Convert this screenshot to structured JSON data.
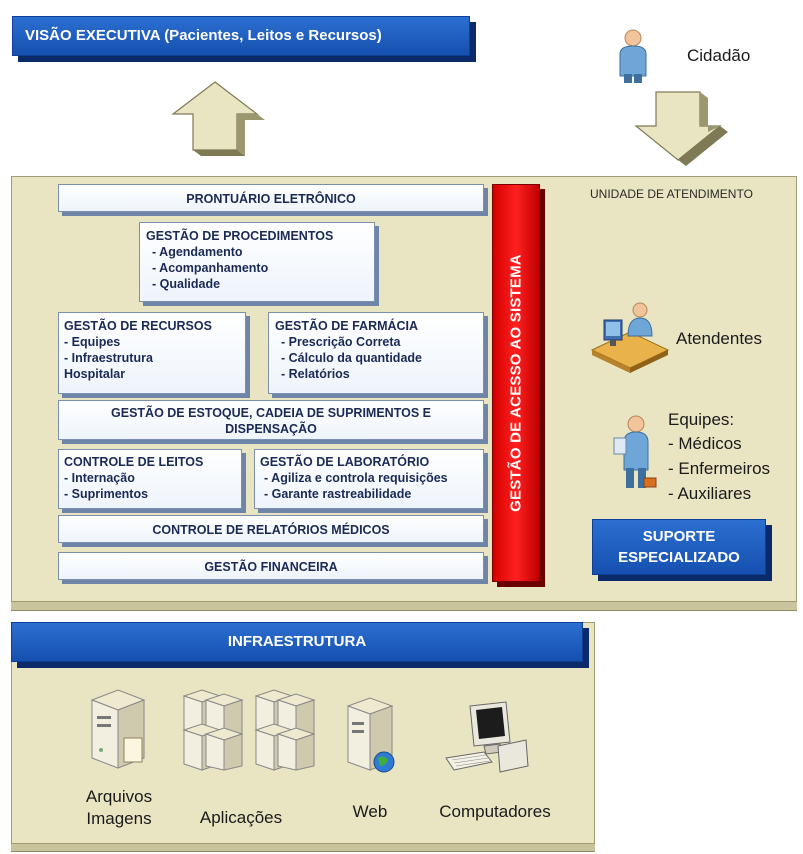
{
  "header": {
    "title": "VISÃO EXECUTIVA (Pacientes, Leitos e Recursos)"
  },
  "citizen": {
    "label": "Cidadão"
  },
  "unit": {
    "label": "UNIDADE DE ATENDIMENTO"
  },
  "modules": {
    "prontuario": "PRONTUÁRIO ELETRÔNICO",
    "procedimentos": {
      "title": "GESTÃO DE PROCEDIMENTOS",
      "items": [
        "- Agendamento",
        "- Acompanhamento",
        "- Qualidade"
      ]
    },
    "recursos": {
      "title": "GESTÃO DE RECURSOS",
      "items": [
        "- Equipes",
        "- Infraestrutura",
        "Hospitalar"
      ]
    },
    "farmacia": {
      "title": "GESTÃO DE FARMÁCIA",
      "items": [
        "- Prescrição Correta",
        "- Cálculo da quantidade",
        "- Relatórios"
      ]
    },
    "estoque": {
      "line1": "GESTÃO DE ESTOQUE, CADEIA DE SUPRIMENTOS E",
      "line2": "DISPENSAÇÃO"
    },
    "leitos": {
      "title": "CONTROLE DE LEITOS",
      "items": [
        "- Internação",
        "- Suprimentos"
      ]
    },
    "laboratorio": {
      "title": "GESTÃO DE LABORATÓRIO",
      "items": [
        "- Agiliza e controla requisições",
        "- Garante rastreabilidade"
      ]
    },
    "relatorios": "CONTROLE DE RELATÓRIOS MÉDICOS",
    "financeira": "GESTÃO FINANCEIRA"
  },
  "access": {
    "label": "GESTÃO DE ACESSO AO SISTEMA"
  },
  "staff": {
    "atendentes": "Atendentes",
    "equipes_title": "Equipes:",
    "equipes": [
      "- Médicos",
      "- Enfermeiros",
      "- Auxiliares"
    ]
  },
  "support": {
    "line1": "SUPORTE",
    "line2": "ESPECIALIZADO"
  },
  "infra": {
    "title": "INFRAESTRUTURA",
    "items": [
      {
        "line1": "Arquivos",
        "line2": "Imagens"
      },
      {
        "line1": "Aplicações"
      },
      {
        "line1": "Web"
      },
      {
        "line1": "Computadores"
      }
    ]
  }
}
